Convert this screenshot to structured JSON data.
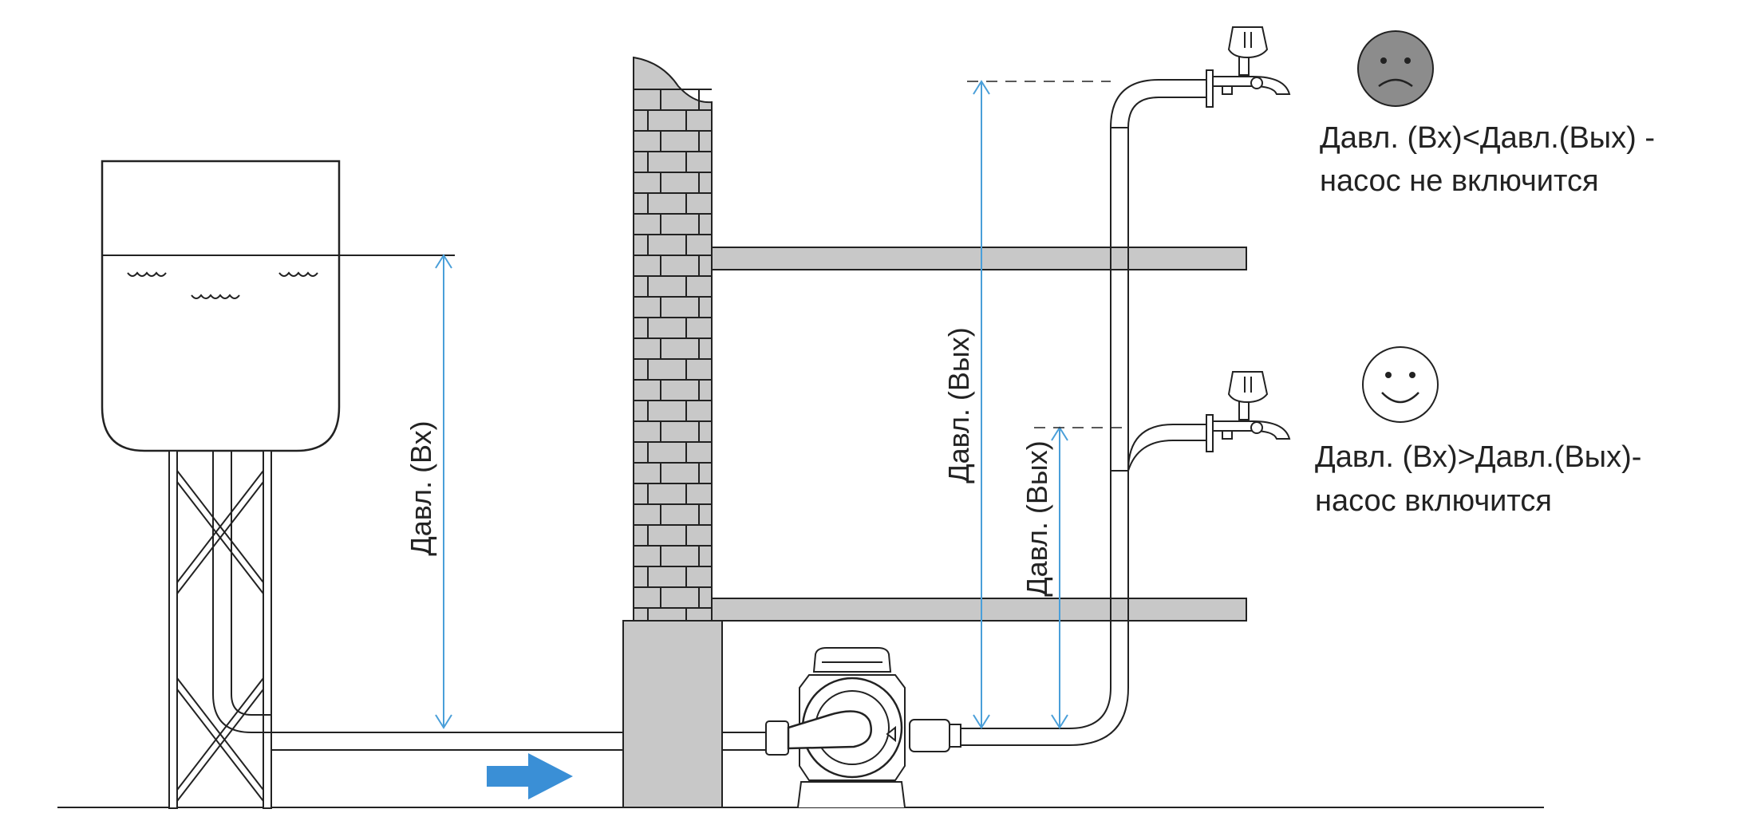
{
  "labels": {
    "inlet_pressure": "Давл. (Вх)",
    "outlet_pressure_high": "Давл. (Вых)",
    "outlet_pressure_low": "Давл. (Вых)",
    "upper_condition_line1": "Давл. (Вх)<Давл.(Вых) -",
    "upper_condition_line2": "насос не включится",
    "lower_condition_line1": "Давл. (Вх)>Давл.(Вых)-",
    "lower_condition_line2": "насос включится"
  },
  "states": {
    "upper_faucet": "sad-face-icon",
    "lower_faucet": "happy-face-icon"
  },
  "colors": {
    "line": "#222222",
    "dimension": "#4a9fd9",
    "flow_arrow": "#3a8fd6",
    "wall_fill": "#c8c8c8",
    "sad_face": "#8c8c8c",
    "happy_face": "#ffffff"
  }
}
